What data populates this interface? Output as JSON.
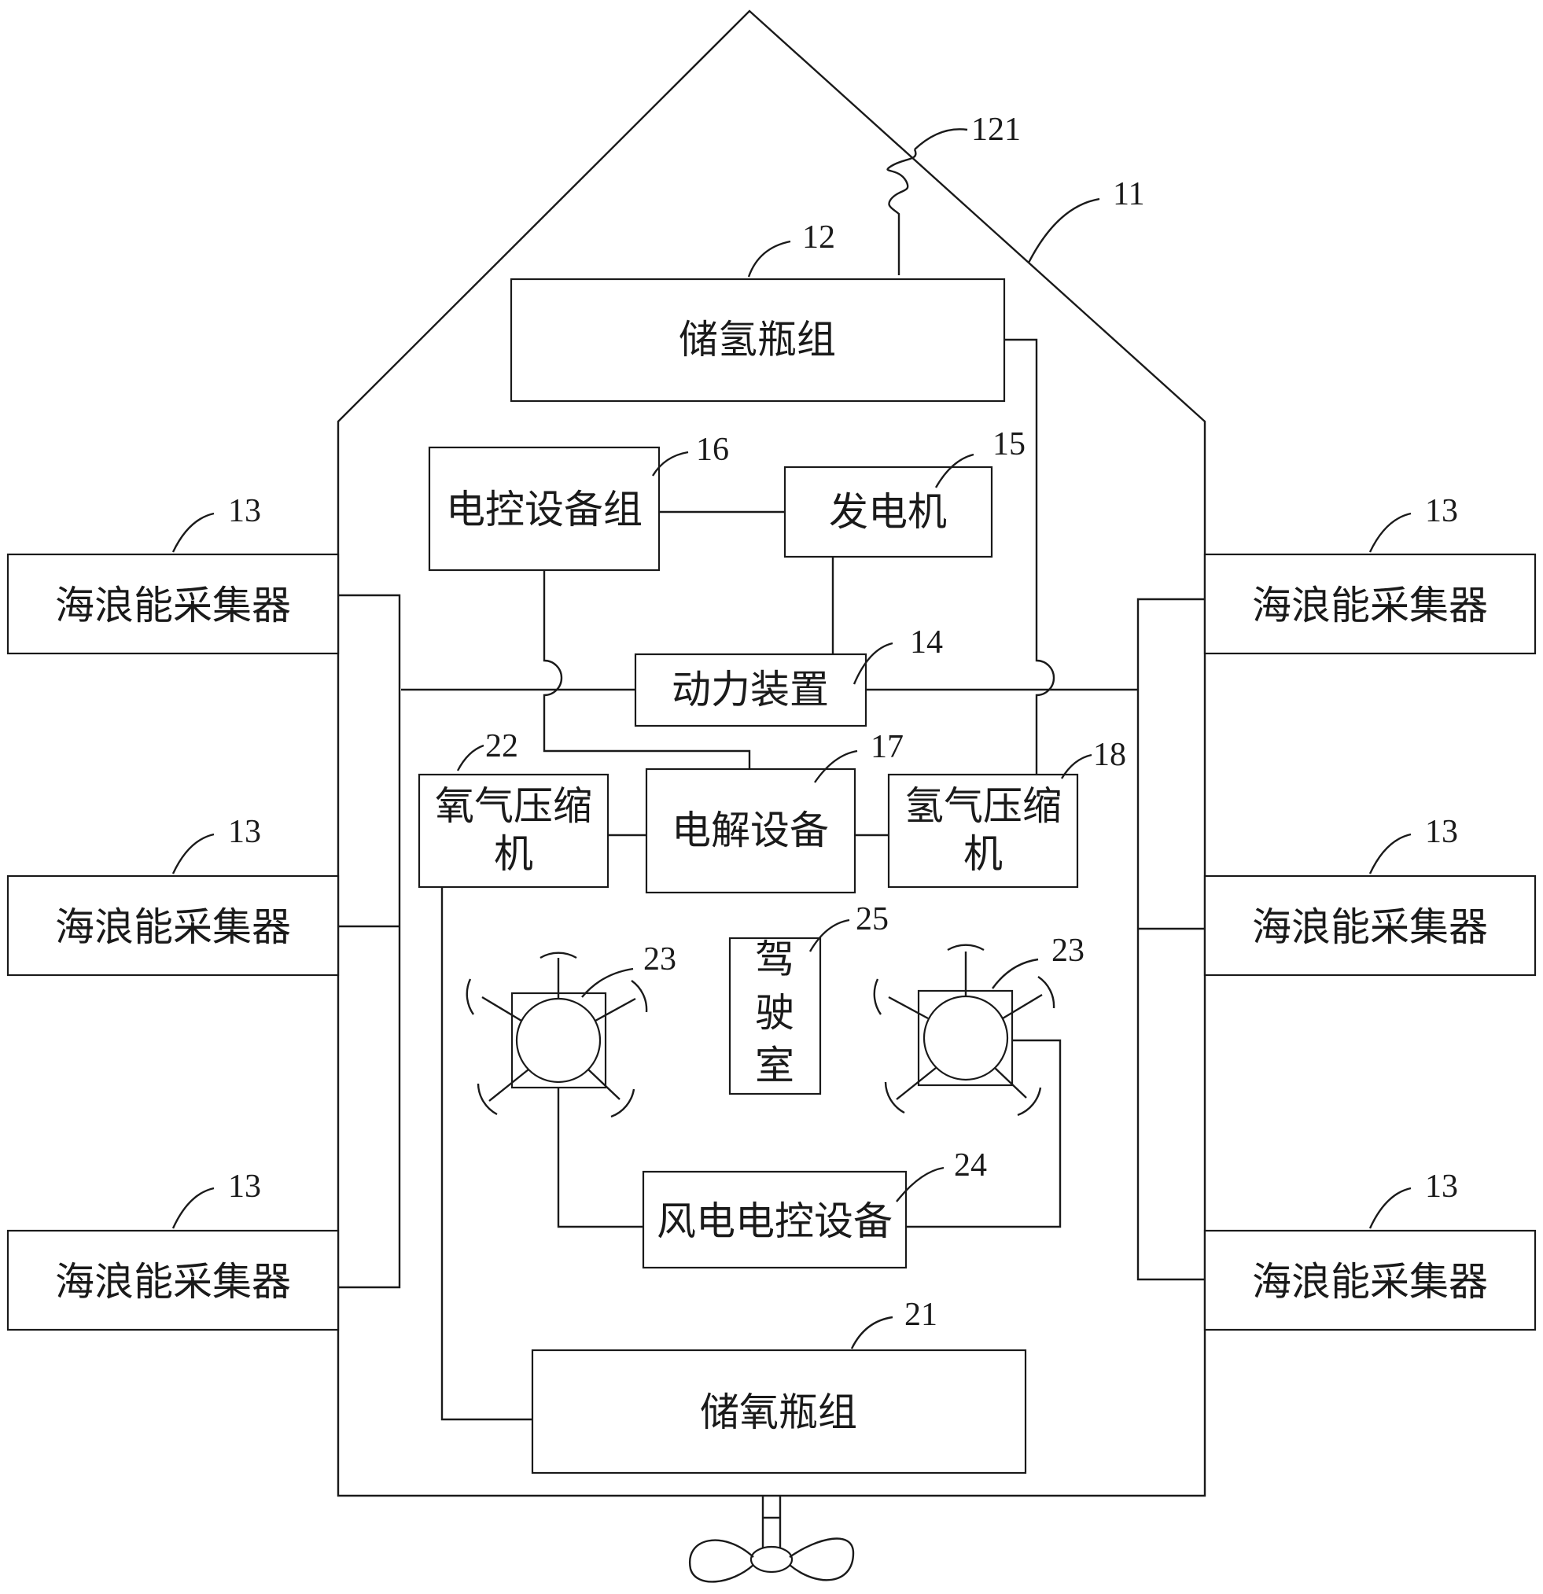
{
  "labels": {
    "hydrogen_bottles": "储氢瓶组",
    "ecu_group": "电控设备组",
    "generator": "发电机",
    "power_unit": "动力装置",
    "oxygen_compressor_l1": "氧气压缩",
    "oxygen_compressor_l2": "机",
    "electrolyzer": "电解设备",
    "hydrogen_compressor_l1": "氢气压缩",
    "hydrogen_compressor_l2": "机",
    "cockpit_1": "驾",
    "cockpit_2": "驶",
    "cockpit_3": "室",
    "wind_ecu": "风电电控设备",
    "oxygen_bottles": "储氧瓶组",
    "wave_collector": "海浪能采集器"
  },
  "refs": {
    "hull": "11",
    "hydrogen_bottles": "12",
    "vent": "121",
    "wave_collector": "13",
    "power_unit": "14",
    "generator": "15",
    "ecu_group": "16",
    "electrolyzer": "17",
    "hydrogen_compressor": "18",
    "oxygen_bottles": "21",
    "oxygen_compressor": "22",
    "wind_turbine": "23",
    "wind_ecu": "24",
    "cockpit": "25"
  },
  "colors": {
    "line": "#1a1a1a",
    "background": "#ffffff"
  }
}
